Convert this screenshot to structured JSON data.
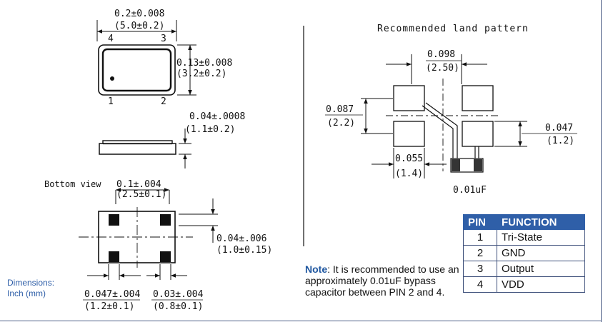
{
  "top_view": {
    "width_dim_in": "0.2±0.008",
    "width_dim_mm": "(5.0±0.2)",
    "height_dim_in": "0.13±0.008",
    "height_dim_mm": "(3.2±0.2)",
    "pin_1": "1",
    "pin_2": "2",
    "pin_3": "3",
    "pin_4": "4"
  },
  "side_view": {
    "thickness_in": "0.04±.0008",
    "thickness_mm": "(1.1±0.2)"
  },
  "bottom_view": {
    "label": "Bottom view",
    "pitch_in": "0.1±.004",
    "pitch_mm": "(2.5±0.1)",
    "pad_height_in": "0.04±.006",
    "pad_height_mm": "(1.0±0.15)",
    "pad_offset_in": "0.047±.004",
    "pad_offset_mm": "(1.2±0.1)",
    "pad_width_in": "0.03±.004",
    "pad_width_mm": "(0.8±0.1)"
  },
  "land_pattern": {
    "title": "Recommended land pattern",
    "gap_x_in": "0.098",
    "gap_x_mm": "(2.50)",
    "pitch_y_in": "0.087",
    "pitch_y_mm": "(2.2)",
    "pad_h_in": "0.047",
    "pad_h_mm": "(1.2)",
    "pad_w_in": "0.055",
    "pad_w_mm": "(1.4)",
    "cap_label": "0.01uF"
  },
  "dimensions_note": {
    "line1": "Dimensions:",
    "line2": "Inch (mm)"
  },
  "note": {
    "label": "Note",
    "text": ": It is recommended to use an approximately 0.01uF bypass capacitor between PIN 2 and 4."
  },
  "pin_table": {
    "header_pin": "PIN",
    "header_function": "FUNCTION",
    "rows": [
      {
        "pin": "1",
        "function": "Tri-State"
      },
      {
        "pin": "2",
        "function": "GND"
      },
      {
        "pin": "3",
        "function": "Output"
      },
      {
        "pin": "4",
        "function": "VDD"
      }
    ]
  },
  "colors": {
    "accent": "#2f5fa8",
    "frame": "#4c5d86",
    "ink": "#111111"
  }
}
